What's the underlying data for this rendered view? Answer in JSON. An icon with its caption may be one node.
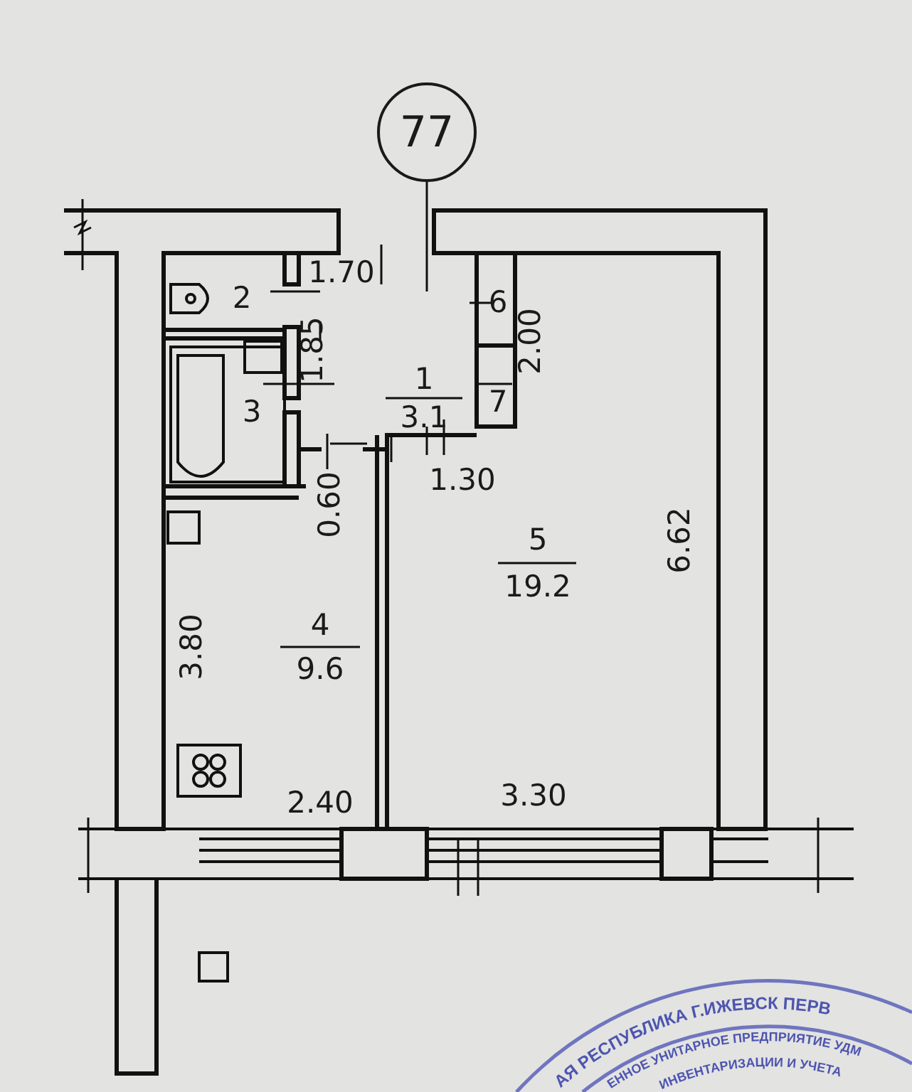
{
  "diagram": {
    "nodes": [
      {
        "text": [
          "77"
        ]
      }
    ],
    "labels": [
      "1.70",
      "2",
      "6",
      "1.85",
      "2.00",
      "1",
      "3",
      "3.1",
      "7",
      "1.30",
      "0.60",
      "5",
      "19.2",
      "6.62",
      "3.80",
      "4",
      "9.6",
      "2.40",
      "3.30",
      "АЯ РЕСПУБЛИКА Г.ИЖЕВСК ПЕРВ",
      "ЕННОЕ УНИТАРНОЕ ПРЕДПРИЯТИЕ УДМ",
      "ИНВЕНТАРИЗАЦИИ И УЧЕТА"
    ]
  }
}
